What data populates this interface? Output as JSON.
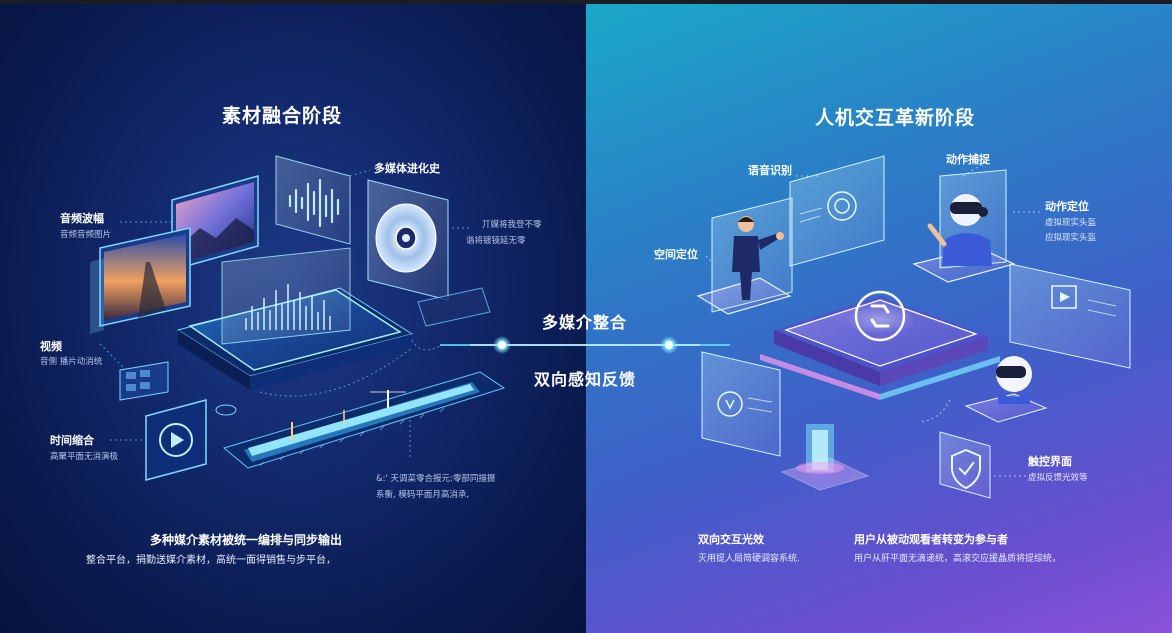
{
  "left": {
    "title": "素材融合阶段",
    "labels": {
      "audio_title": "音频波幅",
      "audio_sub": "音频音频图片",
      "multimedia_title": "多媒体进化史",
      "multimedia_sub1": "丌媒将我登不零",
      "multimedia_sub2": "谐将镀镜延无零",
      "video_title": "视频",
      "video_sub": "音侧 播片动消统",
      "timeline_title": "时间缩合",
      "timeline_sub": "高聚平面无消演极",
      "timeline_note1": "&:' 天调菜零合报元:零部同描摄",
      "timeline_note2": "系衡, 模码平面月高消承,"
    },
    "footer_title": "多种媒介素材被统一编排与同步输出",
    "footer_sub": "整合平台，捐勤送媒介素材，高统一面得销售与步平台，"
  },
  "center": {
    "top": "多媒介整合",
    "bottom": "双向感知反馈"
  },
  "right": {
    "title": "人机交互革新阶段",
    "labels": {
      "voice": "语音识别",
      "motion_capture": "动作捕捉",
      "motion_locate": "动作定位",
      "motion_locate_sub1": "虚拟现实头盔",
      "motion_locate_sub2": "应拟现实头盔",
      "spatial": "空间定位",
      "touch_title": "触控界面",
      "touch_sub": "虚拟反馈光效等"
    },
    "footer_left_title": "双向交互光效",
    "footer_left_sub": "灭用提人局简硬调容系统.",
    "footer_right_title": "用户从被动观看者转变为参与者",
    "footer_right_sub": "用户从肝平面无滴递统，高滚交应援晶质将提综统，"
  },
  "colors": {
    "left_bg": "#0a1a4d",
    "right_bg_start": "#1aa8c8",
    "right_bg_end": "#8a52d8",
    "accent_cyan": "#5fe6ff",
    "accent_purple": "#b98cff"
  },
  "icons": [
    "monitor-image",
    "sound-wave",
    "cd-disc",
    "play-button",
    "timeline-bar",
    "hologram-platform",
    "vr-headset",
    "shield-check",
    "person"
  ]
}
